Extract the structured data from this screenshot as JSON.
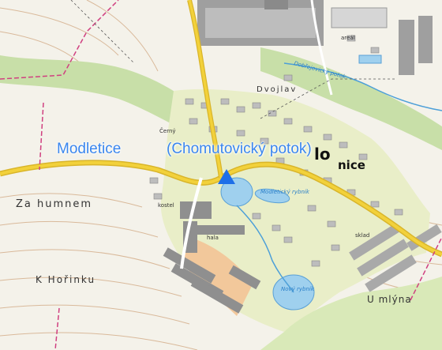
{
  "overlay": {
    "place_name": "Modletice",
    "stream_name": "(Chomutovický potok)",
    "label_color": "#3a86ee",
    "marker_color": "#1e6fe8"
  },
  "map_labels": {
    "za_humnem": "Za humnem",
    "k_horinku": "K Hořinku",
    "u_mlyna": "U mlýna",
    "dvojlav": "Dvojlav",
    "bold_fragment": "lo",
    "bold_fragment_right": "nice",
    "stream_top": "Dobřejovický potok",
    "pond_mid": "Modletický rybník",
    "pond_low": "Nový rybník",
    "cerny": "Černý",
    "field_left": "kostel",
    "hala": "hala",
    "sklad": "sklad",
    "areal": "areál"
  },
  "colors": {
    "forest": "#c8dfa8",
    "builtup": "#e9eec8",
    "road": "#f2d13b",
    "water": "#9fd0ee",
    "industrial": "#a9a9a9",
    "orange_zone": "#f2c89b"
  }
}
